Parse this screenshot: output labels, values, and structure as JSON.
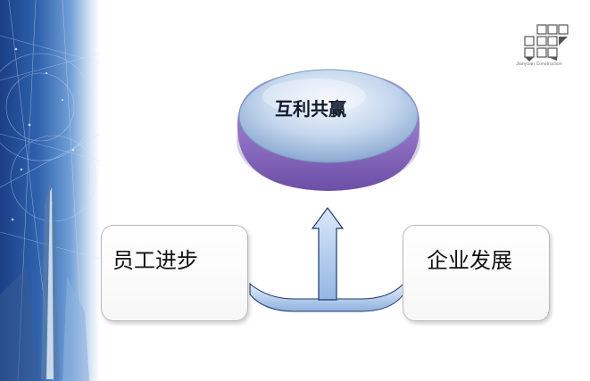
{
  "slide": {
    "logo": {
      "text": "Jianyuan Construction",
      "icon": "grid-logo-icon"
    },
    "diagram": {
      "top_node": {
        "label": "互利共赢"
      },
      "left_node": {
        "label": "员工进步"
      },
      "right_node": {
        "label": "企业发展"
      }
    },
    "colors": {
      "button_face": "#b9cde6",
      "button_rim": "#9477c9",
      "arrow_fill": "#a9c6ea",
      "arrow_stroke": "#1e3a6e",
      "box_border": "#b9b9b9"
    }
  }
}
